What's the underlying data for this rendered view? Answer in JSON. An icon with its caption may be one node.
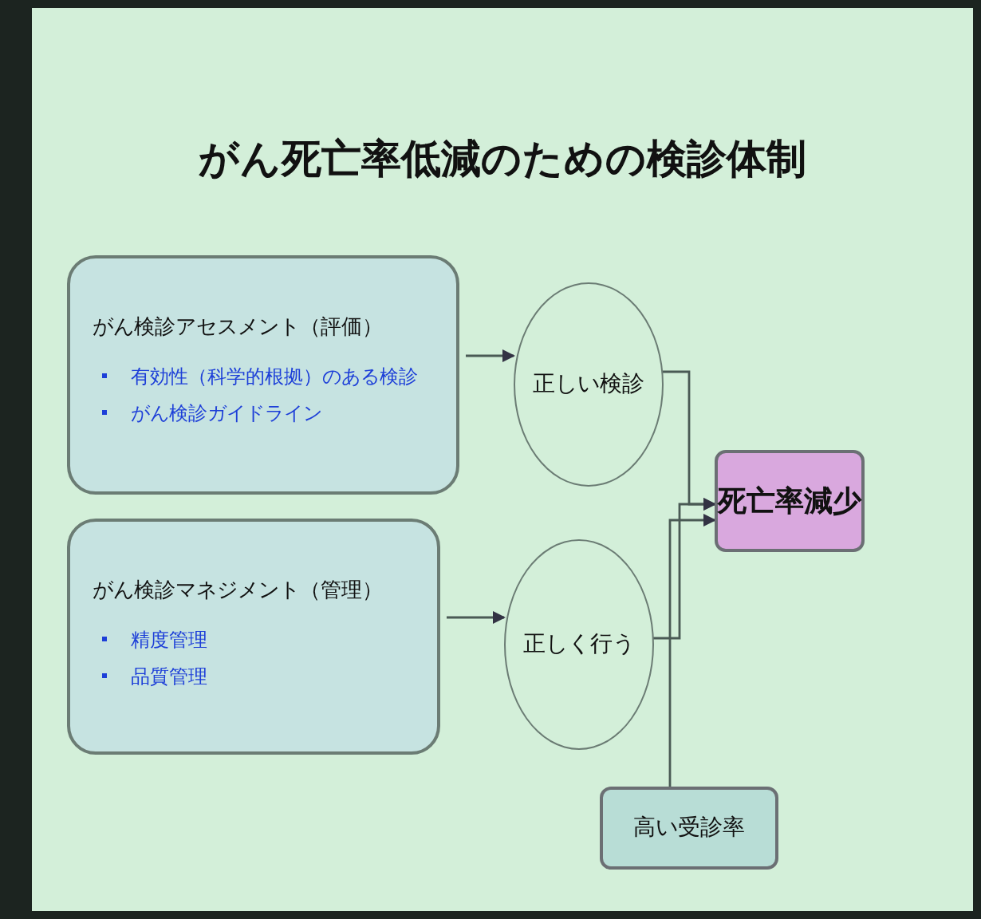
{
  "diagram": {
    "title": "がん死亡率低減のための検診体制",
    "nodes": [
      {
        "text": [
          "がん検診アセスメント（評価）",
          "有効性（科学的根拠）のある検診",
          "がん検診ガイドライン"
        ]
      },
      {
        "text": [
          "がん検診マネジメント（管理）",
          "精度管理",
          "品質管理"
        ]
      },
      {
        "text": [
          "正しい検診"
        ]
      },
      {
        "text": [
          "正しく行う"
        ]
      },
      {
        "text": [
          "死亡率減少"
        ]
      },
      {
        "text": [
          "高い受診率"
        ]
      }
    ],
    "edges": [
      {
        "from": 0,
        "to": 2,
        "arrow": "to"
      },
      {
        "from": 1,
        "to": 3,
        "arrow": "to"
      },
      {
        "from": 2,
        "to": 4,
        "arrow": "to"
      },
      {
        "from": 3,
        "to": 4,
        "arrow": "to"
      },
      {
        "from": 5,
        "to": 4,
        "arrow": "to"
      }
    ]
  }
}
